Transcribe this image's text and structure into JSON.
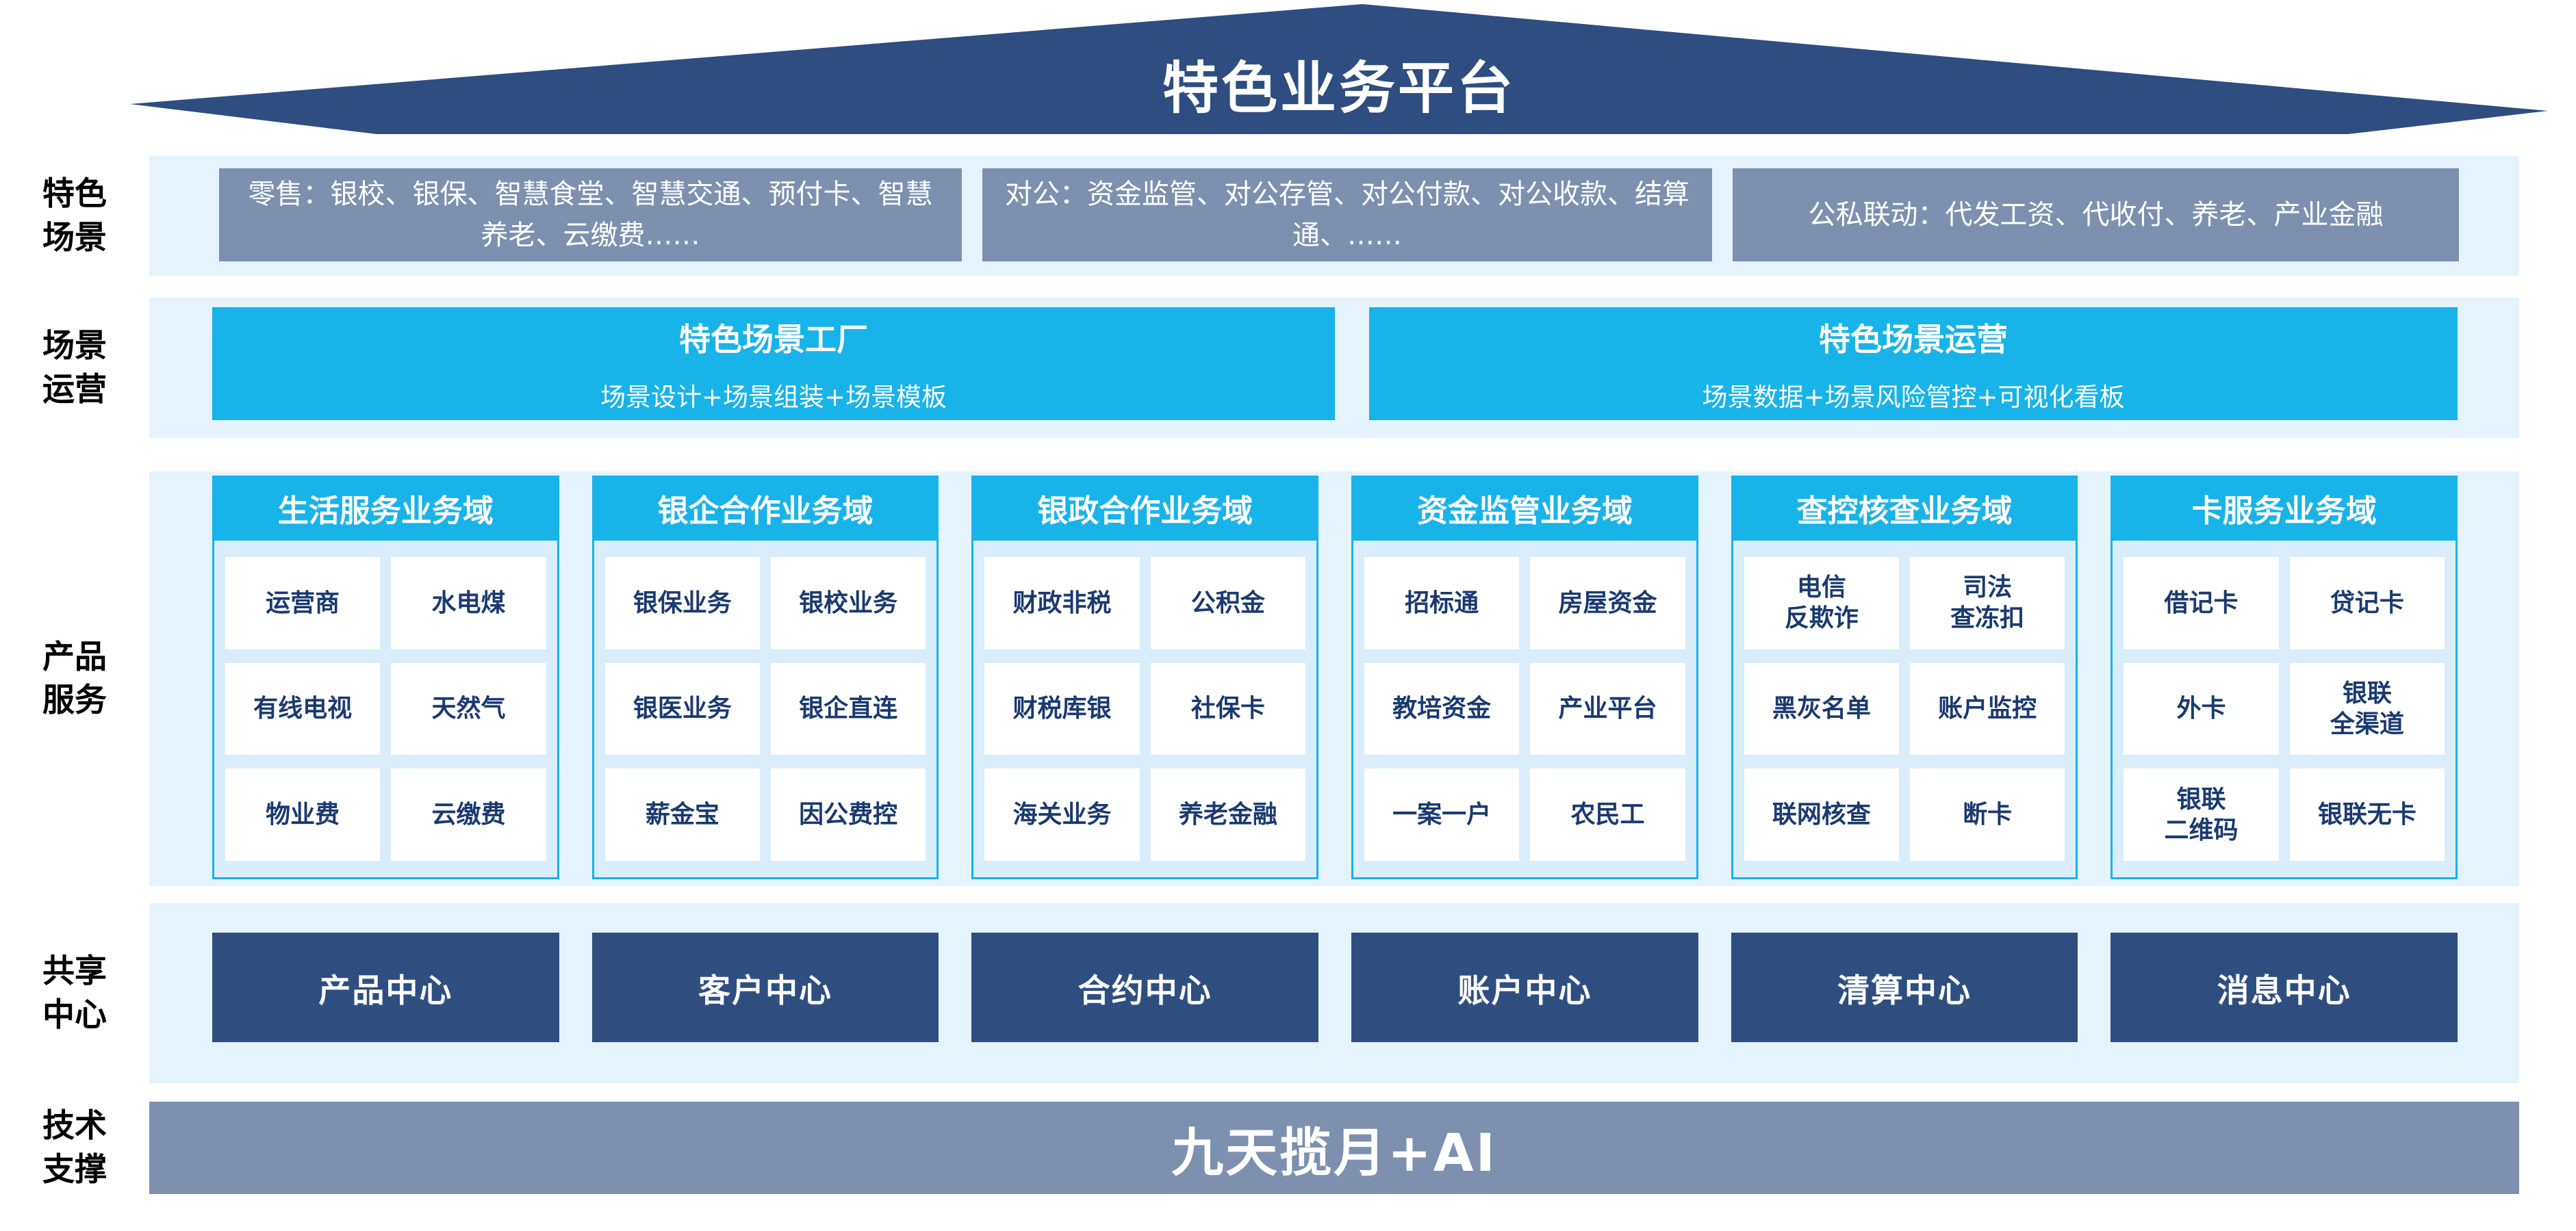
{
  "colors": {
    "roof_navy": "#2e4d80",
    "box_navy": "#2f4e80",
    "slate_blue": "#7d90b0",
    "cyan": "#18b3e8",
    "band_light_blue": "#e4f3fc",
    "column_body_blue": "#d9edfa",
    "cell_text_navy": "#1a3a70"
  },
  "roof": {
    "title": "特色业务平台"
  },
  "side_labels": {
    "scenes": "特色场景",
    "operation": "场景运营",
    "products": "产品服务",
    "shared": "共享中心",
    "tech": "技术支撑"
  },
  "scene_row": {
    "items": [
      {
        "text": "零售：银校、银保、智慧食堂、智慧交通、预付卡、智慧养老、云缴费……"
      },
      {
        "text": "对公：资金监管、对公存管、对公付款、对公收款、结算通、……"
      },
      {
        "text": "公私联动：代发工资、代收付、养老、产业金融"
      }
    ]
  },
  "operation_row": {
    "items": [
      {
        "title": "特色场景工厂",
        "subtitle": "场景设计+场景组装+场景模板"
      },
      {
        "title": "特色场景运营",
        "subtitle": "场景数据+场景风险管控+可视化看板"
      }
    ]
  },
  "product_row": {
    "columns": [
      {
        "header": "生活服务业务域",
        "cells": [
          "运营商",
          "水电煤",
          "有线电视",
          "天然气",
          "物业费",
          "云缴费"
        ]
      },
      {
        "header": "银企合作业务域",
        "cells": [
          "银保业务",
          "银校业务",
          "银医业务",
          "银企直连",
          "薪金宝",
          "因公费控"
        ]
      },
      {
        "header": "银政合作业务域",
        "cells": [
          "财政非税",
          "公积金",
          "财税库银",
          "社保卡",
          "海关业务",
          "养老金融"
        ]
      },
      {
        "header": "资金监管业务域",
        "cells": [
          "招标通",
          "房屋资金",
          "教培资金",
          "产业平台",
          "一案一户",
          "农民工"
        ]
      },
      {
        "header": "查控核查业务域",
        "cells": [
          "电信\n反欺诈",
          "司法\n查冻扣",
          "黑灰名单",
          "账户监控",
          "联网核查",
          "断卡"
        ]
      },
      {
        "header": "卡服务业务域",
        "cells": [
          "借记卡",
          "贷记卡",
          "外卡",
          "银联\n全渠道",
          "银联\n二维码",
          "银联无卡"
        ]
      }
    ]
  },
  "shared_row": {
    "items": [
      "产品中心",
      "客户中心",
      "合约中心",
      "账户中心",
      "清算中心",
      "消息中心"
    ]
  },
  "tech_row": {
    "text": "九天揽月+AI"
  }
}
